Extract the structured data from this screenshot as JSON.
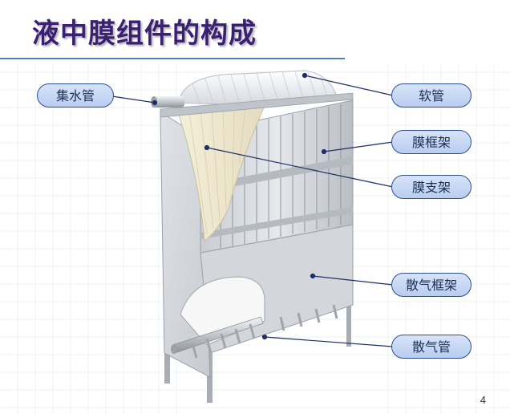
{
  "title": "液中膜组件的构成",
  "labels": {
    "header_pipe": "集水管",
    "hose": "软管",
    "membrane_frame": "膜框架",
    "membrane_support": "膜支架",
    "aeration_frame": "散气框架",
    "aeration_pipe": "散气管"
  },
  "page_number": "4",
  "colors": {
    "title": "#3b1f73",
    "pill_border": "#2e4f8f",
    "pill_fill": "#c7d8f4",
    "leader_line": "#1f2f66"
  }
}
